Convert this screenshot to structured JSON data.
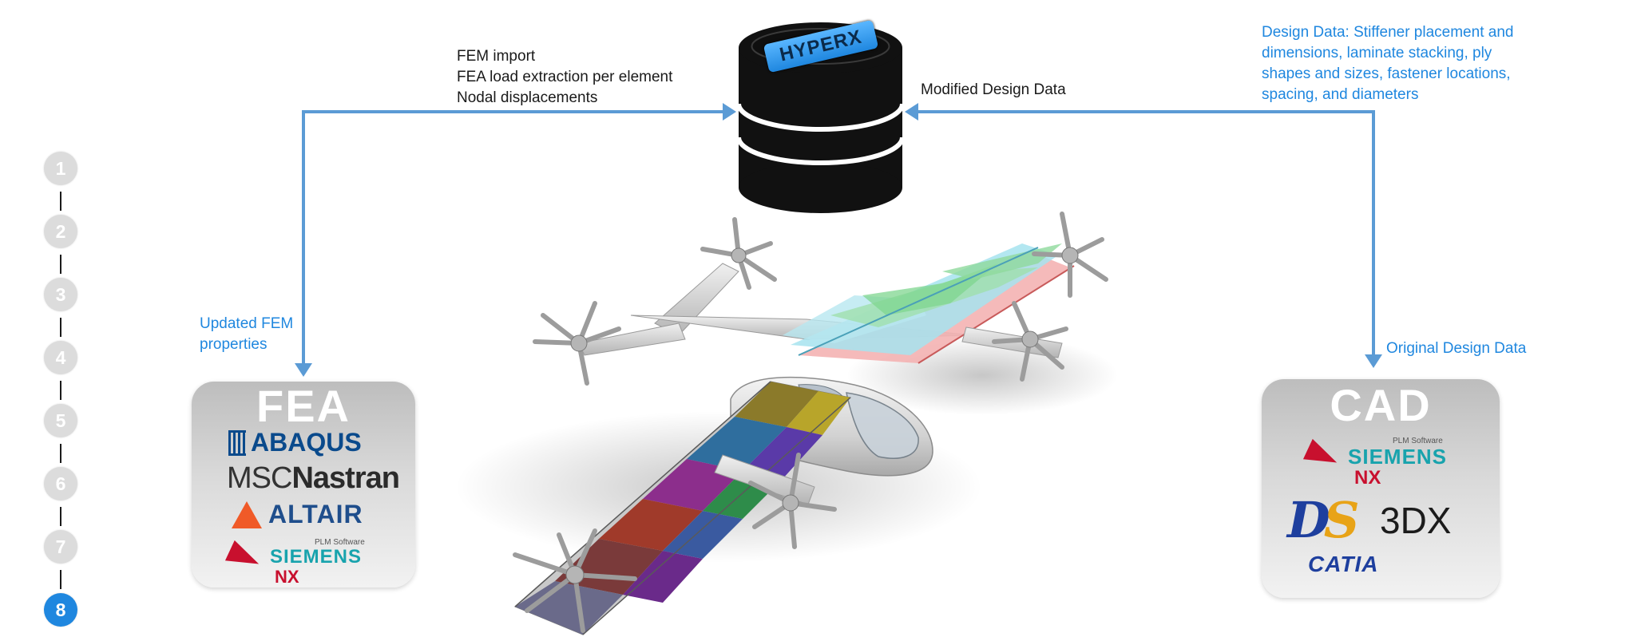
{
  "steps": [
    "1",
    "2",
    "3",
    "4",
    "5",
    "6",
    "7",
    "8"
  ],
  "active_step": "8",
  "database": {
    "logo_text": "HYPERX"
  },
  "labels": {
    "fem_lines": [
      "FEM import",
      "FEA load extraction per element",
      "Nodal displacements"
    ],
    "modified_design_data": "Modified Design Data",
    "design_data_lines": [
      "Design Data: Stiffener placement and",
      "dimensions, laminate stacking, ply",
      "shapes and sizes, fastener locations,",
      "spacing, and diameters"
    ],
    "updated_fem_lines": [
      "Updated FEM",
      "properties"
    ],
    "original_design_data": "Original Design Data"
  },
  "fea_panel": {
    "title": "FEA",
    "logos": {
      "abaqus": "ABAQUS",
      "msc": "MSC",
      "nastran": "Nastran",
      "altair": "ALTAIR",
      "plm": "PLM Software",
      "siemens": "SIEMENS",
      "nx": "NX"
    }
  },
  "cad_panel": {
    "title": "CAD",
    "logos": {
      "plm": "PLM Software",
      "siemens": "SIEMENS",
      "nx": "NX",
      "threedx": "3DX",
      "catia": "CATIA"
    }
  },
  "colors": {
    "arrow": "#5b9bd5",
    "accent_blue": "#1f87df",
    "abaqus": "#0a4a8c",
    "altair": "#1f4e8c",
    "altair_icon": "#f05a28",
    "siemens": "#18a3ad",
    "nx_red": "#c8102e",
    "catia": "#1e3f9e"
  }
}
